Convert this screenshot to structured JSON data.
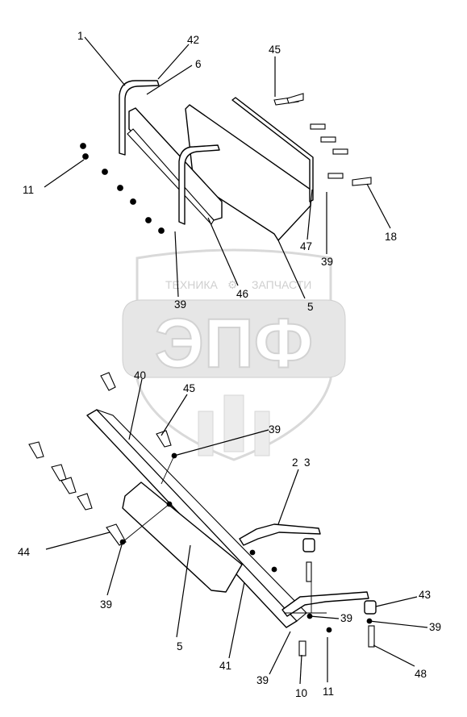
{
  "watermark": {
    "top_text": "ТЕХНИКА",
    "top_text_right": "ЗАПЧАСТИ",
    "logo_text": "ЭПФ"
  },
  "callouts": {
    "c1": "1",
    "c42": "42",
    "c6": "6",
    "c45_top": "45",
    "c11_top": "11",
    "c18": "18",
    "c47": "47",
    "c39_top_right": "39",
    "c46": "46",
    "c39_top_left": "39",
    "c5_top": "5",
    "c40": "40",
    "c45_bottom": "45",
    "c39_mid": "39",
    "c2_3": "2  3",
    "c44": "44",
    "c39_bottom_left": "39",
    "c5_bottom": "5",
    "c43": "43",
    "c39_right1": "39",
    "c39_right2": "39",
    "c41": "41",
    "c48": "48",
    "c39_bottom": "39",
    "c10": "10",
    "c11_bottom": "11"
  }
}
